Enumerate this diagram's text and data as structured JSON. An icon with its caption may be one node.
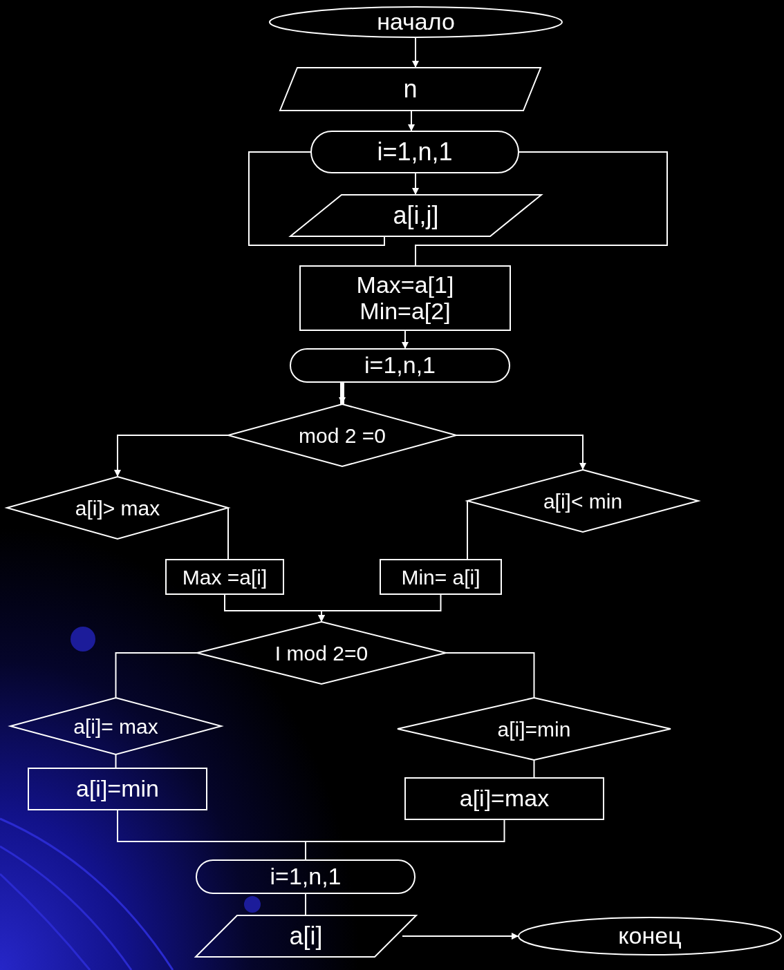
{
  "diagram": {
    "nodes": [
      {
        "text": [
          "начало"
        ]
      },
      {
        "text": [
          "n"
        ]
      },
      {
        "text": [
          "i=1,n,1"
        ]
      },
      {
        "text": [
          "a[i,j]"
        ]
      },
      {
        "text": [
          "Max=a[1] Min=a[2]"
        ]
      },
      {
        "text": [
          "i=1,n,1"
        ]
      },
      {
        "text": [
          "mod 2 =0"
        ]
      },
      {
        "text": [
          "a[i]> max"
        ]
      },
      {
        "text": [
          "a[i]< min"
        ]
      },
      {
        "text": [
          "Max =a[i]"
        ]
      },
      {
        "text": [
          "Min= a[i]"
        ]
      },
      {
        "text": [
          "I mod 2=0"
        ]
      },
      {
        "text": [
          "a[i]= max"
        ]
      },
      {
        "text": [
          "a[i]=min"
        ]
      },
      {
        "text": [
          "a[i]=min"
        ]
      },
      {
        "text": [
          "a[i]=max"
        ]
      },
      {
        "text": [
          "i=1,n,1"
        ]
      },
      {
        "text": [
          "a[i]"
        ]
      },
      {
        "text": [
          "конец"
        ]
      }
    ],
    "edges": [
      {
        "from": 0,
        "to": 1,
        "arrow": "to"
      },
      {
        "from": 1,
        "to": 2,
        "arrow": "to"
      },
      {
        "from": 2,
        "to": 3,
        "arrow": "to"
      },
      {
        "from": 3,
        "to": 2,
        "arrow": "none"
      },
      {
        "from": 2,
        "to": 4,
        "arrow": "none"
      },
      {
        "from": 4,
        "to": 5,
        "arrow": "to"
      },
      {
        "from": 5,
        "to": 6,
        "arrow": "to",
        "style": "thick"
      },
      {
        "from": 6,
        "to": 7,
        "arrow": "to"
      },
      {
        "from": 6,
        "to": 8,
        "arrow": "to"
      },
      {
        "from": 7,
        "to": 9,
        "arrow": "none"
      },
      {
        "from": 8,
        "to": 10,
        "arrow": "none"
      },
      {
        "from": 9,
        "to": 11,
        "arrow": "to"
      },
      {
        "from": 10,
        "to": 11,
        "arrow": "to"
      },
      {
        "from": 11,
        "to": 12,
        "arrow": "none"
      },
      {
        "from": 11,
        "to": 14,
        "arrow": "none"
      },
      {
        "from": 12,
        "to": 13,
        "arrow": "none"
      },
      {
        "from": 14,
        "to": 15,
        "arrow": "none"
      },
      {
        "from": 13,
        "to": 16,
        "arrow": "none"
      },
      {
        "from": 15,
        "to": 16,
        "arrow": "none"
      },
      {
        "from": 16,
        "to": 17,
        "arrow": "none"
      },
      {
        "from": 17,
        "to": 18,
        "arrow": "to"
      }
    ]
  }
}
